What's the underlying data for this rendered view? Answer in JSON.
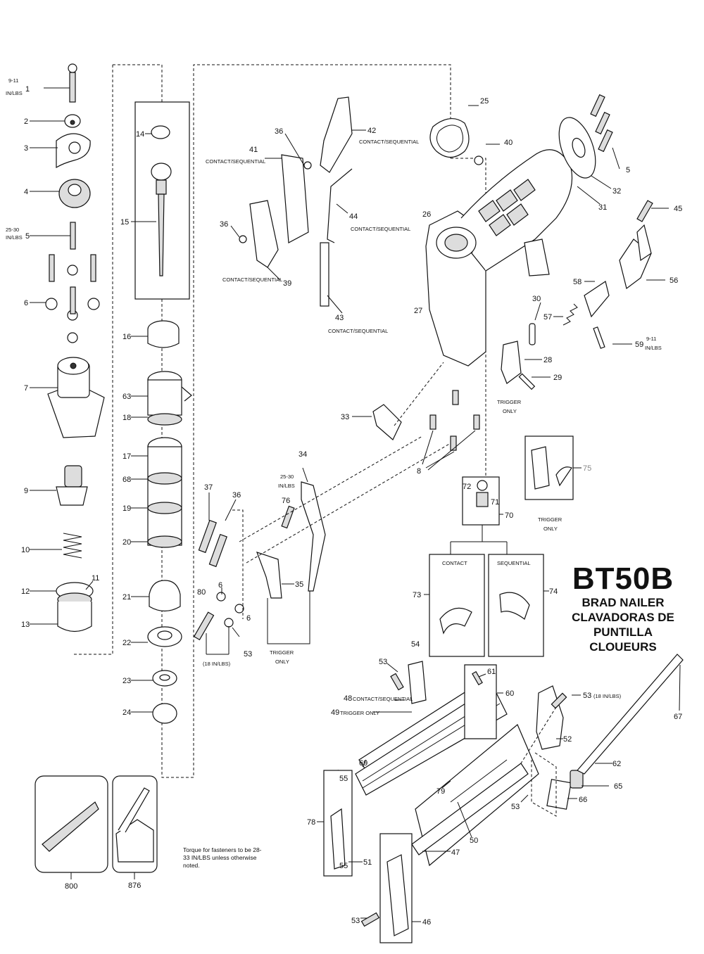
{
  "title": {
    "model": "BT50B",
    "line1": "BRAD NAILER",
    "line2": "CLAVADORAS DE PUNTILLA",
    "line3": "CLOUEURS"
  },
  "torque_note": "Torque for fasteners to be 28-33 IN/LBS unless otherwise noted.",
  "labels": {
    "p1": "1",
    "p1_torque": "9-11 IN/LBS",
    "p2": "2",
    "p3": "3",
    "p4": "4",
    "p5": "5",
    "p5_torque": "25-30 IN/LBS",
    "p6": "6",
    "p7": "7",
    "p9": "9",
    "p10": "10",
    "p11": "11",
    "p12": "12",
    "p13": "13",
    "p14": "14",
    "p15": "15",
    "p16": "16",
    "p63": "63",
    "p18": "18",
    "p17": "17",
    "p68": "68",
    "p19": "19",
    "p20": "20",
    "p21": "21",
    "p22": "22",
    "p23": "23",
    "p24": "24",
    "p25": "25",
    "p26": "26",
    "p27": "27",
    "p28": "28",
    "p29": "29",
    "p30": "30",
    "p31": "31",
    "p32": "32",
    "p5b": "5",
    "p40": "40",
    "p45": "45",
    "p56": "56",
    "p58": "58",
    "p57": "57",
    "p59": "59",
    "p59_torque": "9-11 IN/LBS",
    "p36a": "36",
    "p41": "41",
    "p41_note": "CONTACT/SEQUENTIAL",
    "p42": "42",
    "p42_note": "CONTACT/SEQUENTIAL",
    "p44": "44",
    "p44_note": "CONTACT/SEQUENTIAL",
    "p36b": "36",
    "p39": "39",
    "p39_note": "CONTACT/SEQUENTIAL",
    "p43": "43",
    "p43_note": "CONTACT/SEQUENTIAL",
    "p33": "33",
    "p8": "8",
    "trigger_only_28": "TRIGGER ONLY",
    "p34": "34",
    "p34_torque": "25-30 IN/LBS",
    "p76": "76",
    "p37": "37",
    "p36c": "36",
    "p35": "35",
    "p80": "80",
    "p6b": "6",
    "p6c": "6",
    "p53a": "53",
    "p18_inlbs": "(18 IN/LBS)",
    "trigger_only_35": "TRIGGER ONLY",
    "p72": "72",
    "p71": "71",
    "p70": "70",
    "p75": "75",
    "trigger_only_75": "TRIGGER ONLY",
    "contact": "CONTACT",
    "sequential": "SEQUENTIAL",
    "p73": "73",
    "p74": "74",
    "p54": "54",
    "p53b": "53",
    "p48": "48",
    "p48_note": "CONTACT/SEQUENTIAL",
    "p49": "49",
    "p49_note": "TRIGGER ONLY",
    "p61": "61",
    "p60": "60",
    "p53c": "53",
    "p53c_torque": "(18 IN/LBS)",
    "p52": "52",
    "p67": "67",
    "p62": "62",
    "p65": "65",
    "p66": "66",
    "p53d": "53",
    "p69": "69",
    "p79": "79",
    "p50": "50",
    "p47": "47",
    "p55a": "55",
    "p55b": "55",
    "p78": "78",
    "p51": "51",
    "p53e": "53",
    "p46": "46",
    "p800": "800",
    "p876": "876"
  }
}
